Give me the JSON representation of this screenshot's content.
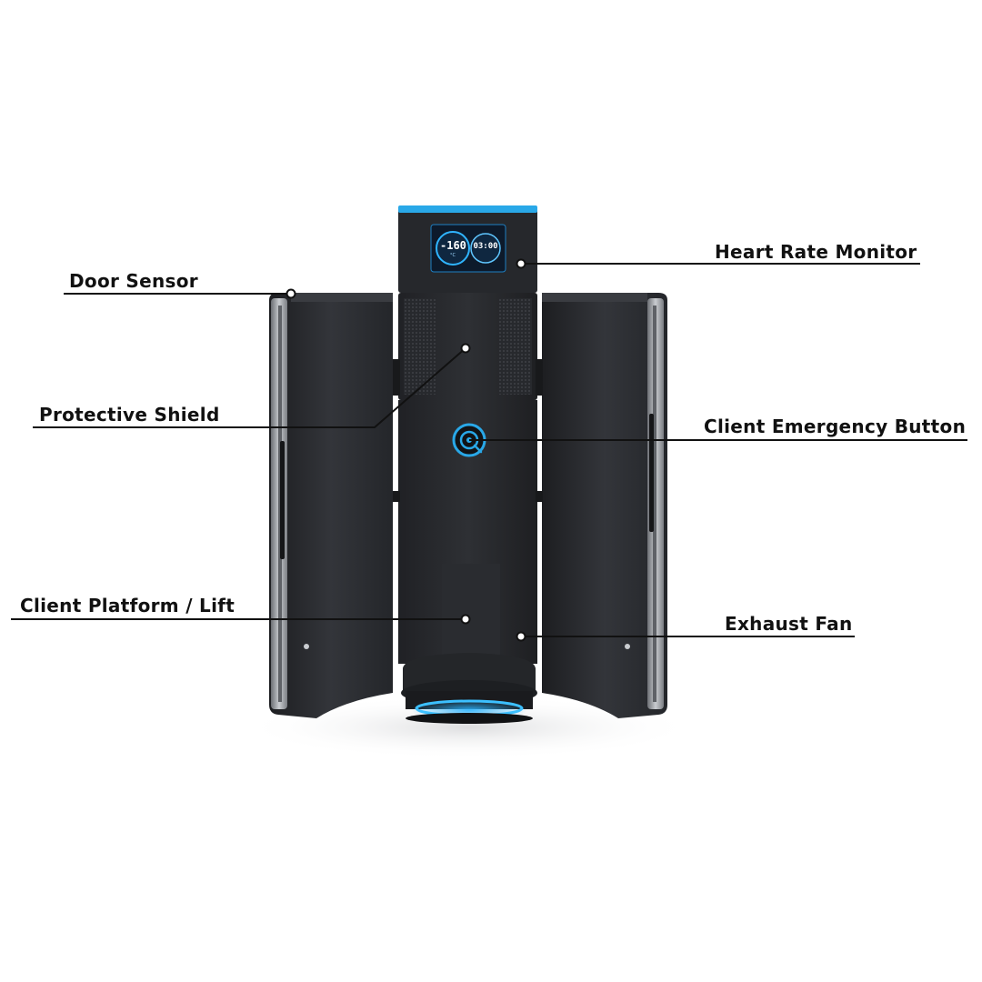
{
  "labels": {
    "door_sensor": "Door Sensor",
    "protective_shield": "Protective Shield",
    "client_platform_lift": "Client Platform / Lift",
    "heart_rate_monitor": "Heart Rate Monitor",
    "client_emergency_button": "Client Emergency Button",
    "exhaust_fan": "Exhaust Fan"
  },
  "display": {
    "temperature": "-160",
    "temperature_unit": "°C",
    "timer": "03:00"
  },
  "colors": {
    "accent_blue": "#29a8e8",
    "cabinet_dark": "#2a2b2e",
    "panel_dark": "#1f2023",
    "frame_silver": "#a9acb0",
    "label_text": "#111111",
    "leader_line": "#111111"
  }
}
